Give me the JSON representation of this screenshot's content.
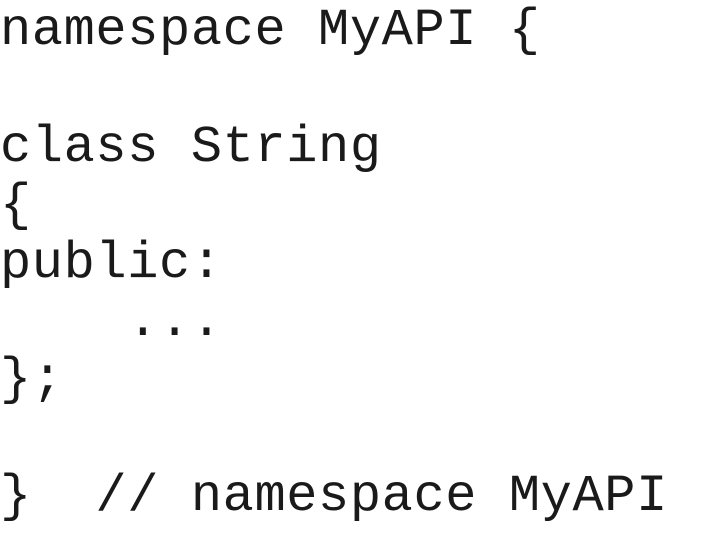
{
  "code": {
    "lines": [
      "namespace MyAPI {",
      "class String",
      "{",
      "public:",
      "    ...",
      "};",
      "}  // namespace MyAPI"
    ]
  }
}
